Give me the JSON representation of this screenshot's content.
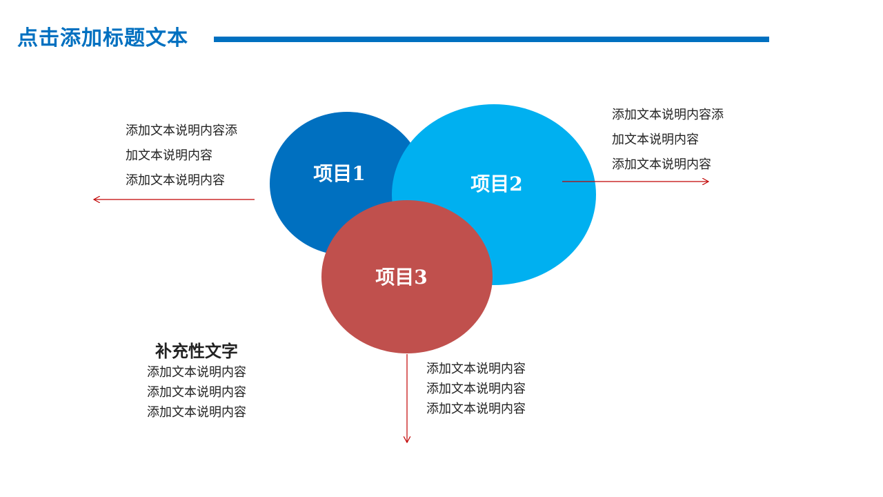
{
  "header": {
    "title": "点击添加标题文本"
  },
  "colors": {
    "accent": "#0070c0",
    "item1": "#0070c0",
    "item2": "#00b0f0",
    "item3": "#c0504d",
    "arrow": "#c00000"
  },
  "diagram": {
    "items": [
      {
        "label": "项目1"
      },
      {
        "label": "项目2"
      },
      {
        "label": "项目3"
      }
    ]
  },
  "text_blocks": {
    "top_left": [
      "添加文本说明内容添",
      "加文本说明内容",
      "添加文本说明内容"
    ],
    "top_right": [
      "添加文本说明内容添",
      "加文本说明内容",
      "添加文本说明内容"
    ],
    "bottom_right": [
      "添加文本说明内容",
      "添加文本说明内容",
      "添加文本说明内容"
    ],
    "bottom_left": [
      "添加文本说明内容",
      "添加文本说明内容",
      "添加文本说明内容"
    ]
  },
  "supplement": {
    "title": "补充性文字"
  }
}
